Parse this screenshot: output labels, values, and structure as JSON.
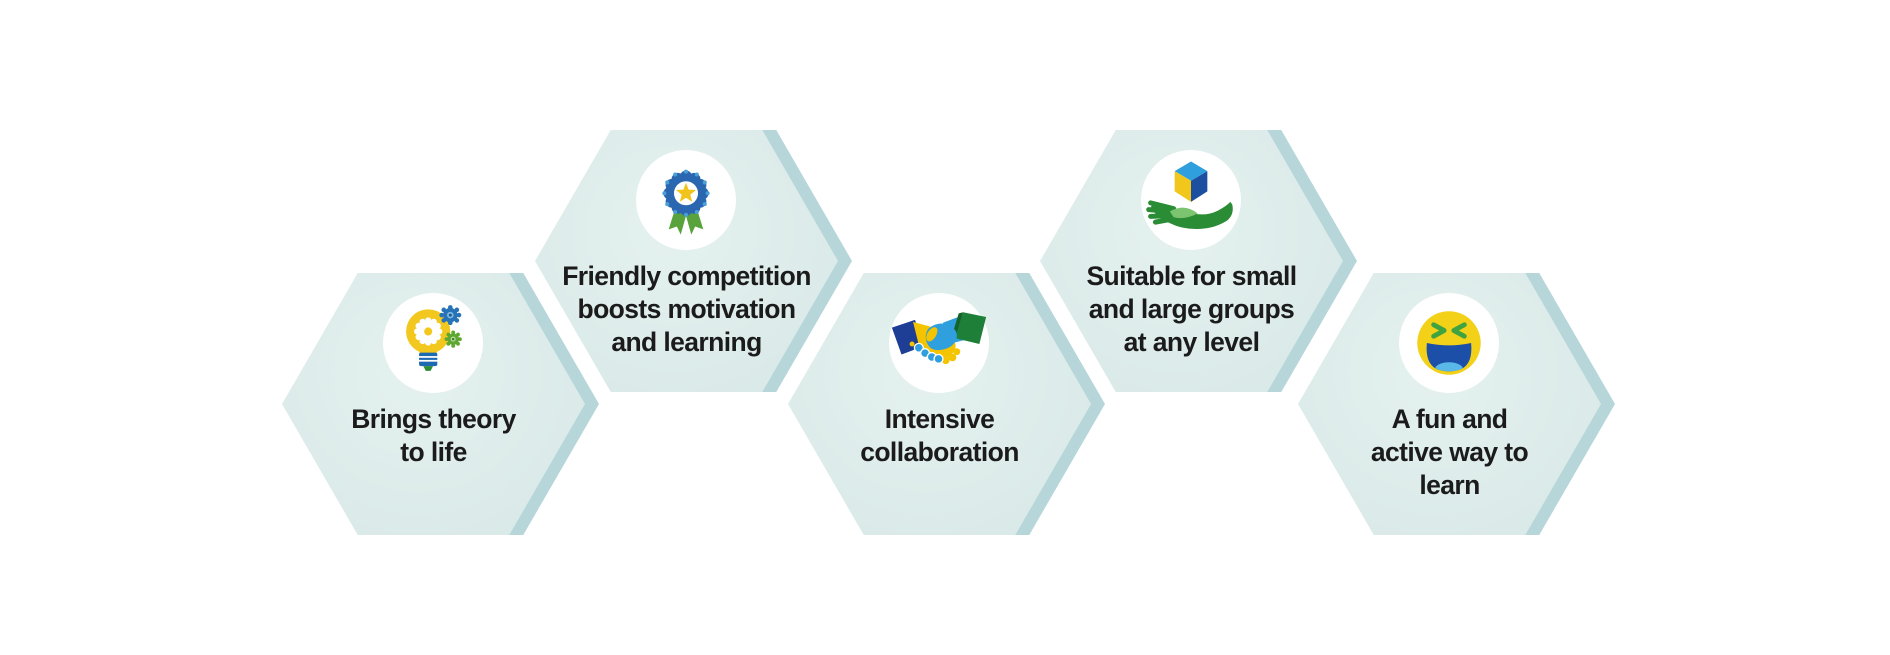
{
  "canvas": {
    "background": "#ffffff"
  },
  "colors": {
    "hex_fill": "#ddecea",
    "hex_shadow": "#b7d6d9",
    "icon_circle_bg": "#ffffff",
    "text": "#1b1b1b",
    "palette": {
      "yellow": "#f2c81e",
      "light_blue": "#2f9fdd",
      "navy_blue": "#1d4fa0",
      "medal_blue": "#2b67b0",
      "green": "#2a8c35",
      "ribbon_green": "#58a33b",
      "light_green": "#7cc46f",
      "emoji_yellow": "#f2d118",
      "eye_green": "#3fa33f"
    }
  },
  "hexagons": [
    {
      "id": "brings-theory-to-life",
      "icon": "lightbulb-gears-icon",
      "label": "Brings theory to life",
      "lines": [
        "Brings theory",
        "to life"
      ]
    },
    {
      "id": "friendly-competition",
      "icon": "medal-icon",
      "label": "Friendly competition boosts motivation and learning",
      "lines": [
        "Friendly competition",
        "boosts motivation",
        "and learning"
      ]
    },
    {
      "id": "intensive-collaboration",
      "icon": "handshake-icon",
      "label": "Intensive collaboration",
      "lines": [
        "Intensive",
        "collaboration"
      ]
    },
    {
      "id": "suitable-for-groups",
      "icon": "hand-cube-icon",
      "label": "Suitable for small and large groups at any level",
      "lines": [
        "Suitable for small",
        "and large groups",
        "at any level"
      ]
    },
    {
      "id": "fun-active-way-to-learn",
      "icon": "laughing-emoji-icon",
      "label": "A fun and active way to learn",
      "lines": [
        "A fun and",
        "active way to",
        "learn"
      ]
    }
  ]
}
